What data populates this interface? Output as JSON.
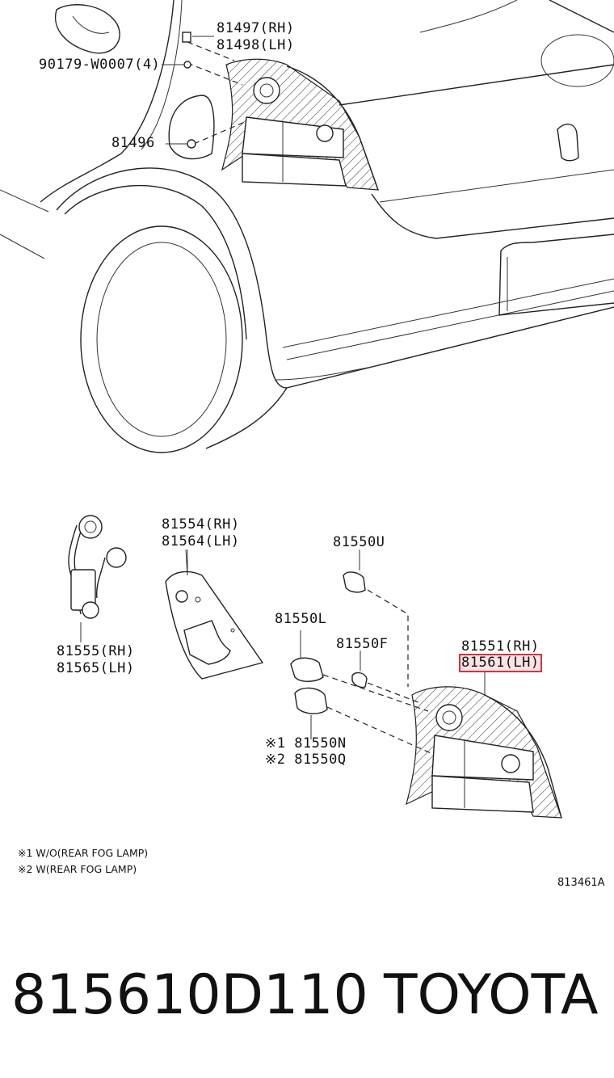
{
  "labels": {
    "p81497": "81497(RH)",
    "p81498": "81498(LH)",
    "p90179": "90179-W0007(4)",
    "p81496": "81496",
    "p81554": "81554(RH)",
    "p81564": "81564(LH)",
    "p81550u": "81550U",
    "p81550l": "81550L",
    "p81550f": "81550F",
    "p81551": "81551(RH)",
    "p81561": "81561(LH)",
    "p81555": "81555(RH)",
    "p81565": "81565(LH)",
    "p81550n": "※1 81550N",
    "p81550q": "※2 81550Q"
  },
  "highlight_color": "#d8323f",
  "notes": [
    "※1 W/O(REAR FOG LAMP)",
    "※2 W(REAR FOG LAMP)"
  ],
  "figure_code": "813461A",
  "caption": {
    "part_number": "815610D110",
    "brand": "TOYOTA"
  }
}
